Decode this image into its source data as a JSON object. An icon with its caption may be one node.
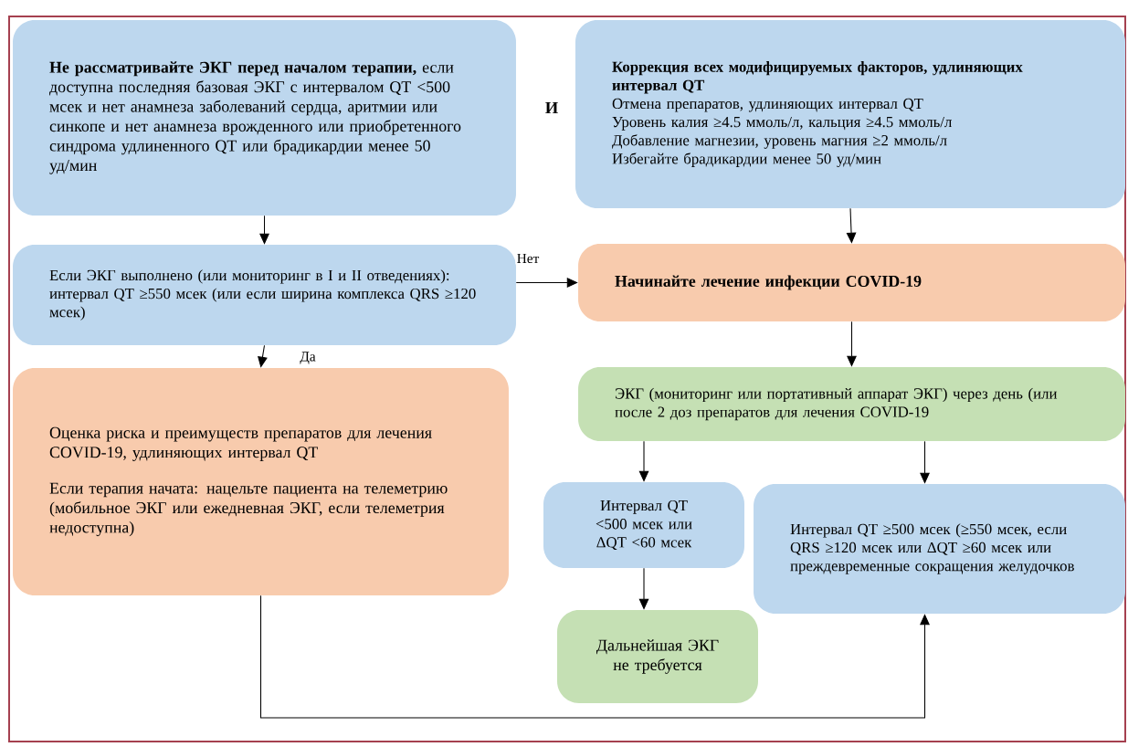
{
  "diagram": {
    "nodes": [
      {
        "text": [
          "**Не рассматривайте ЭКГ перед началом терапии,** если доступна последняя базовая ЭКГ с интервалом QT <500 мсек и нет анамнеза заболеваний сердца, аритмии или синкопе и нет анамнеза врожденного или приобретенного синдрома удлиненного QT или брадикардии менее 50 уд/мин"
        ]
      },
      {
        "text": [
          "Коррекция всех модифицируемых факторов, удлиняющих интервал QT",
          "Отмена препаратов, удлиняющих интервал QT",
          "Уровень калия ≥4.5 ммоль/л, кальция ≥4.5 ммоль/л",
          "Добавление магнезии, уровень магния ≥2 ммоль/л",
          "Избегайте брадикардии менее 50 уд/мин"
        ]
      },
      {
        "text": [
          "Если ЭКГ выполнено (или мониторинг в I и II отведениях): интервал QT ≥550 мсек (или если ширина комплекса QRS ≥120 мсек)"
        ]
      },
      {
        "text": [
          "Начинайте лечение инфекции COVID-19"
        ]
      },
      {
        "text": [
          "Оценка риска и преимуществ препаратов для лечения COVID-19, удлиняющих интервал QT",
          "Если терапия начата: нацельте пациента на телеметрию (мобильное ЭКГ или ежедневная ЭКГ, если телеметрия недоступна)"
        ]
      },
      {
        "text": [
          "ЭКГ (мониторинг или портативный аппарат ЭКГ) через день (или после 2 доз препаратов для лечения COVID-19"
        ]
      },
      {
        "text": [
          "Интервал QT <500 мсек или ΔQT <60 мсек"
        ]
      },
      {
        "text": [
          "Интервал QT ≥500 мсек (≥550 мсек, если QRS ≥120 мсек или ΔQT ≥60 мсек или преждевременные сокращения желудочков"
        ]
      },
      {
        "text": [
          "Дальнейшая ЭКГ не требуется"
        ]
      }
    ],
    "edges": [
      {
        "from": 0,
        "to": 2,
        "arrow": "to"
      },
      {
        "from": 1,
        "to": 3,
        "arrow": "to"
      },
      {
        "from": 2,
        "to": 3,
        "arrow": "to",
        "label": "Нет"
      },
      {
        "from": 2,
        "to": 4,
        "arrow": "to",
        "label": "Да"
      },
      {
        "from": 3,
        "to": 5,
        "arrow": "to"
      },
      {
        "from": 5,
        "to": 6,
        "arrow": "to"
      },
      {
        "from": 5,
        "to": 7,
        "arrow": "to"
      },
      {
        "from": 6,
        "to": 8,
        "arrow": "to"
      },
      {
        "from": 4,
        "to": 7,
        "arrow": "to"
      }
    ],
    "labels": [
      "И"
    ]
  }
}
